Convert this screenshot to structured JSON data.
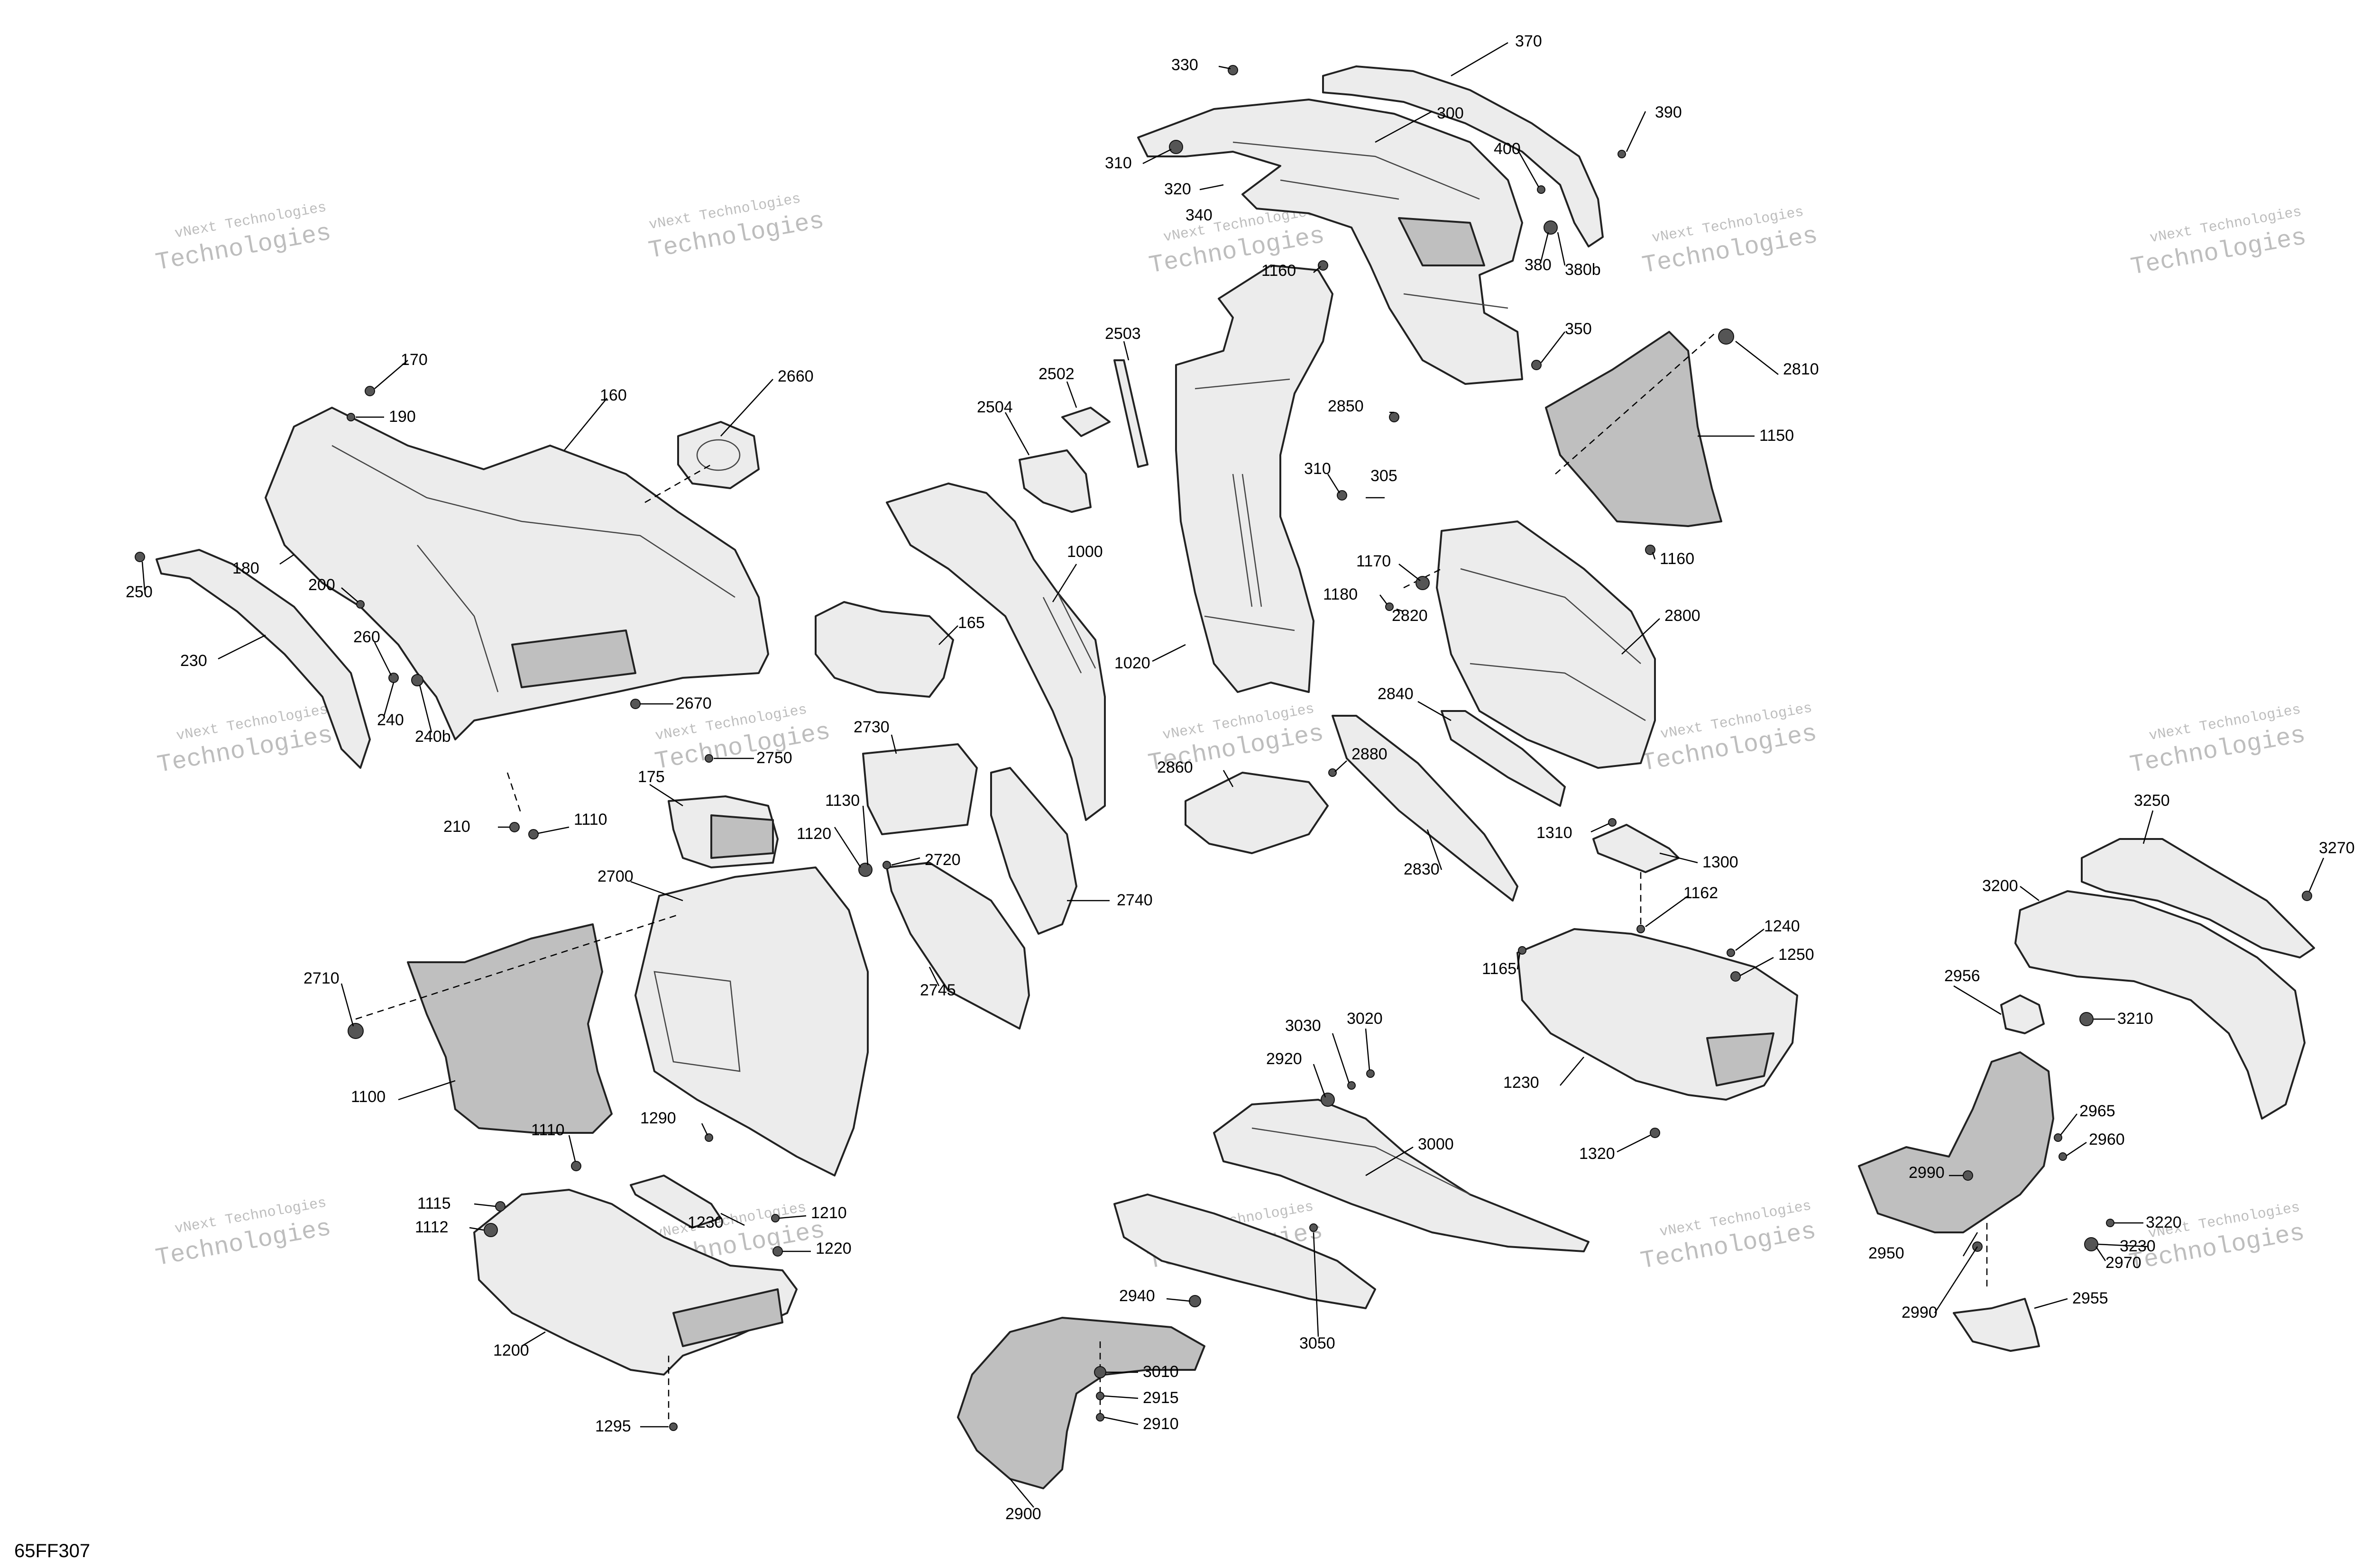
{
  "drawing_code": "65FF307",
  "watermark": {
    "line1": "vNext Technologies",
    "line2": "Technologies"
  },
  "callouts": [
    {
      "text": "330"
    },
    {
      "text": "370"
    },
    {
      "text": "300"
    },
    {
      "text": "390"
    },
    {
      "text": "310"
    },
    {
      "text": "400"
    },
    {
      "text": "320"
    },
    {
      "text": "340"
    },
    {
      "text": "380"
    },
    {
      "text": "380b"
    },
    {
      "text": "1160"
    },
    {
      "text": "350"
    },
    {
      "text": "2810"
    },
    {
      "text": "170"
    },
    {
      "text": "2660"
    },
    {
      "text": "190"
    },
    {
      "text": "160"
    },
    {
      "text": "2503"
    },
    {
      "text": "2502"
    },
    {
      "text": "2504"
    },
    {
      "text": "2850"
    },
    {
      "text": "1150"
    },
    {
      "text": "310"
    },
    {
      "text": "305"
    },
    {
      "text": "250"
    },
    {
      "text": "180"
    },
    {
      "text": "1000"
    },
    {
      "text": "1170"
    },
    {
      "text": "1160"
    },
    {
      "text": "200"
    },
    {
      "text": "1180"
    },
    {
      "text": "165"
    },
    {
      "text": "2820"
    },
    {
      "text": "2800"
    },
    {
      "text": "230"
    },
    {
      "text": "260"
    },
    {
      "text": "1020"
    },
    {
      "text": "2670"
    },
    {
      "text": "240"
    },
    {
      "text": "240b"
    },
    {
      "text": "2840"
    },
    {
      "text": "2730"
    },
    {
      "text": "2750"
    },
    {
      "text": "2880"
    },
    {
      "text": "2860"
    },
    {
      "text": "175"
    },
    {
      "text": "1130"
    },
    {
      "text": "210"
    },
    {
      "text": "1110"
    },
    {
      "text": "1310"
    },
    {
      "text": "1120"
    },
    {
      "text": "2720"
    },
    {
      "text": "2830"
    },
    {
      "text": "1300"
    },
    {
      "text": "3250"
    },
    {
      "text": "2700"
    },
    {
      "text": "2740"
    },
    {
      "text": "3270"
    },
    {
      "text": "1162"
    },
    {
      "text": "3200"
    },
    {
      "text": "2710"
    },
    {
      "text": "1240"
    },
    {
      "text": "2745"
    },
    {
      "text": "1165"
    },
    {
      "text": "1250"
    },
    {
      "text": "2956"
    },
    {
      "text": "3030"
    },
    {
      "text": "3020"
    },
    {
      "text": "3210"
    },
    {
      "text": "2920"
    },
    {
      "text": "1100"
    },
    {
      "text": "1230"
    },
    {
      "text": "1290"
    },
    {
      "text": "1110"
    },
    {
      "text": "2965"
    },
    {
      "text": "3000"
    },
    {
      "text": "2990"
    },
    {
      "text": "2960"
    },
    {
      "text": "1320"
    },
    {
      "text": "1115"
    },
    {
      "text": "3220"
    },
    {
      "text": "1230"
    },
    {
      "text": "1210"
    },
    {
      "text": "1112"
    },
    {
      "text": "3230"
    },
    {
      "text": "2970"
    },
    {
      "text": "2950"
    },
    {
      "text": "1220"
    },
    {
      "text": "2940"
    },
    {
      "text": "2990"
    },
    {
      "text": "2955"
    },
    {
      "text": "1200"
    },
    {
      "text": "3050"
    },
    {
      "text": "3010"
    },
    {
      "text": "2915"
    },
    {
      "text": "2910"
    },
    {
      "text": "1295"
    },
    {
      "text": "2900"
    }
  ]
}
